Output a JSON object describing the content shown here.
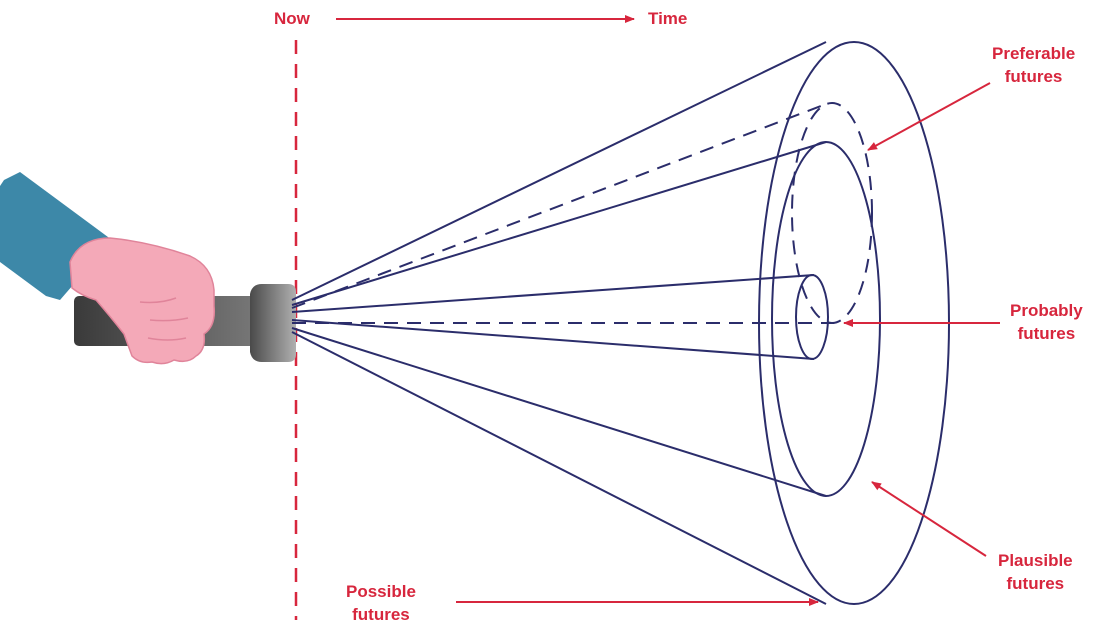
{
  "colors": {
    "accent_red": "#d7263d",
    "cone_navy": "#2b2d6b",
    "sleeve_teal": "#3d88a8",
    "hand_pink": "#f4a9b8",
    "flashlight_gray": "#555555"
  },
  "timeline": {
    "now_label": "Now",
    "time_label": "Time"
  },
  "labels": {
    "preferable": {
      "line1": "Preferable",
      "line2": "futures"
    },
    "probably": {
      "line1": "Probably",
      "line2": "futures"
    },
    "plausible": {
      "line1": "Plausible",
      "line2": "futures"
    },
    "possible": {
      "line1": "Possible",
      "line2": "futures"
    }
  },
  "icons": {
    "hand": "hand-holding-flashlight-icon",
    "flashlight": "flashlight-icon"
  }
}
